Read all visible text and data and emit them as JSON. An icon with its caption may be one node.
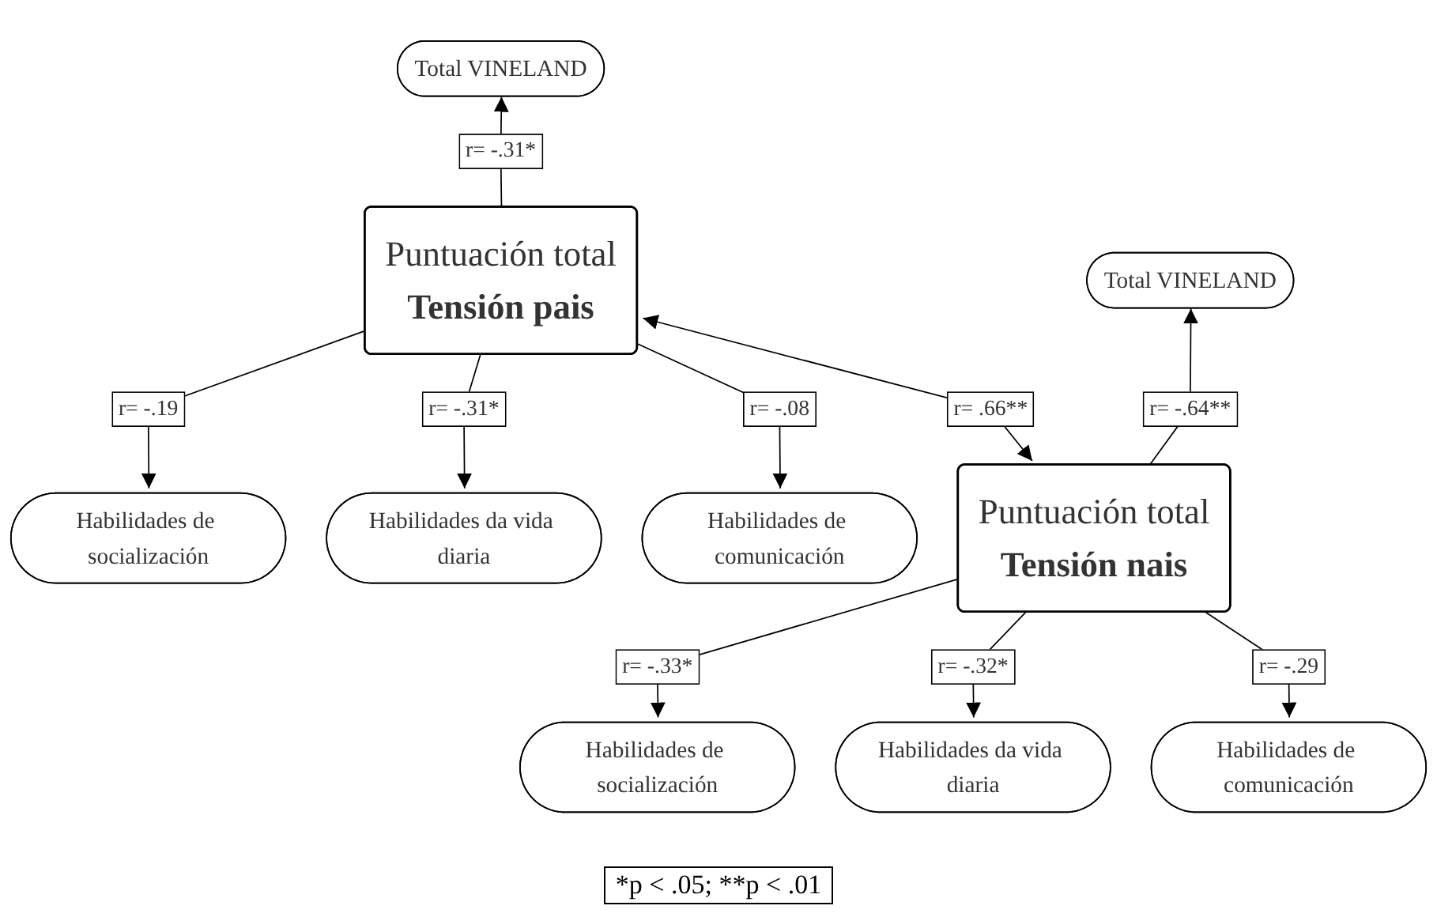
{
  "diagram": {
    "nodes": [
      {
        "text": [
          "Total VINELAND"
        ]
      },
      {
        "text": [
          "Puntuación total",
          "Tensión pais"
        ]
      },
      {
        "text": [
          "Habilidades de socialización"
        ]
      },
      {
        "text": [
          "Habilidades da vida diaria"
        ]
      },
      {
        "text": [
          "Habilidades de comunicación"
        ]
      },
      {
        "text": [
          "Total VINELAND"
        ]
      },
      {
        "text": [
          "Puntuación total",
          "Tensión nais"
        ]
      },
      {
        "text": [
          "Habilidades de socialización"
        ]
      },
      {
        "text": [
          "Habilidades da vida diaria"
        ]
      },
      {
        "text": [
          "Habilidades de comunicación"
        ]
      }
    ],
    "edges": [
      {
        "from": 1,
        "to": 0,
        "arrow": "to",
        "label": "r= -.31*"
      },
      {
        "from": 1,
        "to": 6,
        "arrow": "both",
        "label": "r= .66**"
      },
      {
        "from": 1,
        "to": 2,
        "arrow": "to",
        "label": "r= -.19"
      },
      {
        "from": 1,
        "to": 3,
        "arrow": "to",
        "label": "r= -.31*"
      },
      {
        "from": 1,
        "to": 4,
        "arrow": "to",
        "label": "r= -.08"
      },
      {
        "from": 6,
        "to": 5,
        "arrow": "to",
        "label": "r= -.64**"
      },
      {
        "from": 6,
        "to": 7,
        "arrow": "to",
        "label": "r= -.33*"
      },
      {
        "from": 6,
        "to": 8,
        "arrow": "to",
        "label": "r= -.32*"
      },
      {
        "from": 6,
        "to": 9,
        "arrow": "to",
        "label": "r= -.29"
      }
    ],
    "labels": [
      "*p < .05; **p < .01"
    ]
  }
}
